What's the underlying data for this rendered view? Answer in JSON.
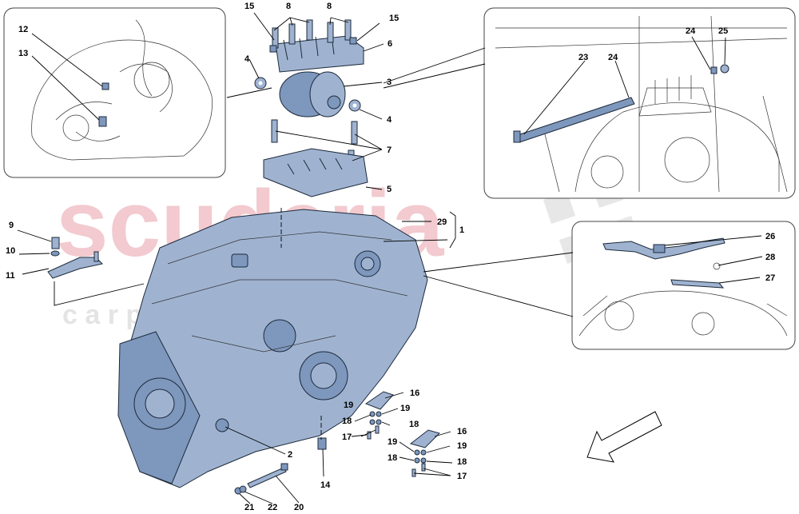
{
  "watermark": {
    "brand": "scuderia",
    "sub": "c a r p a r t s",
    "color": "#e8a0a8"
  },
  "colors": {
    "part_fill": "#9fb3d1",
    "part_shade": "#7e97bd",
    "outline": "#1d2a3a"
  },
  "labels": {
    "l15a": "15",
    "l8a": "8",
    "l8b": "8",
    "l15b": "15",
    "l6": "6",
    "l4a": "4",
    "l3": "3",
    "l4b": "4",
    "l7": "7",
    "l5": "5",
    "l29": "29",
    "l1": "1",
    "l9": "9",
    "l10": "10",
    "l11": "11",
    "l12": "12",
    "l13": "13",
    "l23": "23",
    "l24a": "24",
    "l24b": "24",
    "l25": "25",
    "l26": "26",
    "l28": "28",
    "l27": "27",
    "l16a": "16",
    "l19a": "19",
    "l19b": "19",
    "l18a": "18",
    "l18b": "18",
    "l17a": "17",
    "l16b": "16",
    "l19c": "19",
    "l19d": "19",
    "l18c": "18",
    "l18d": "18",
    "l17b": "17",
    "l2": "2",
    "l14": "14",
    "l21": "21",
    "l22": "22",
    "l20": "20"
  }
}
